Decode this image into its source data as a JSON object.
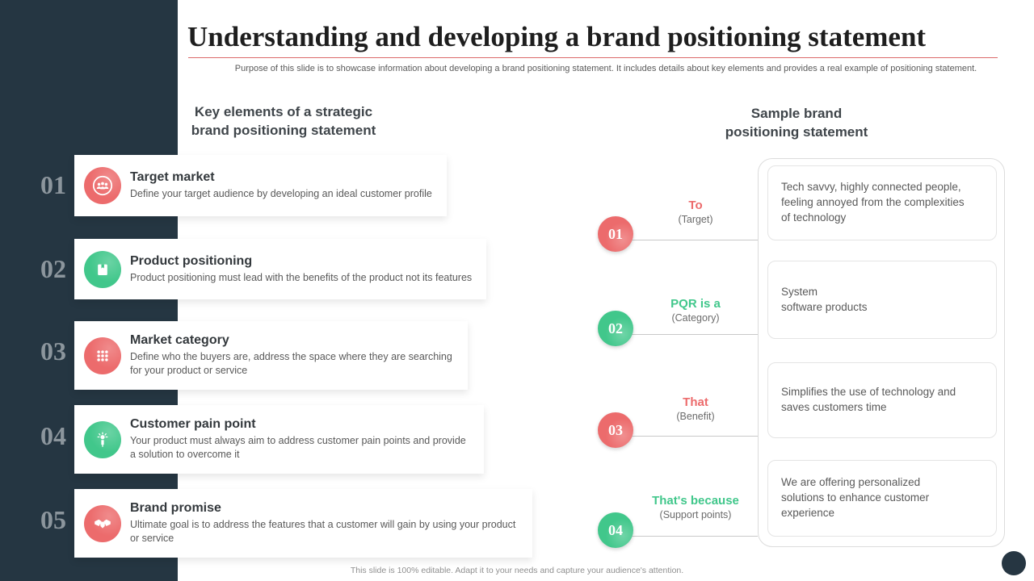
{
  "slide": {
    "title": "Understanding and developing a brand positioning statement",
    "subtitle": "Purpose of this slide is to showcase information about developing a brand positioning statement. It includes details about key elements and provides a real example of positioning statement.",
    "footer": "This slide is 100% editable.  Adapt it to your needs and capture your audience's attention."
  },
  "colors": {
    "sidebar": "#253642",
    "accent_red": "#EC6B6C",
    "accent_green": "#41C78B",
    "title_underline": "#DC6A6A",
    "sidebar_number": "#8C969D"
  },
  "left_section": {
    "heading": "Key elements of a strategic brand positioning statement",
    "items": [
      {
        "number": "01",
        "icon": "people-icon",
        "color": "#EC6B6C",
        "title": "Target market",
        "description": "Define your target audience by developing an ideal customer profile"
      },
      {
        "number": "02",
        "icon": "product-box-icon",
        "color": "#41C78B",
        "title": "Product positioning",
        "description": "Product positioning must lead with the benefits of the product not its features"
      },
      {
        "number": "03",
        "icon": "grid-dots-icon",
        "color": "#EC6B6C",
        "title": "Market category",
        "description": "Define who the buyers are, address the space where they are searching for your product or service"
      },
      {
        "number": "04",
        "icon": "idea-person-icon",
        "color": "#41C78B",
        "title": "Customer pain point",
        "description": "Your product must always aim to address customer pain points and provide a solution to overcome it"
      },
      {
        "number": "05",
        "icon": "handshake-icon",
        "color": "#EC6B6C",
        "title": "Brand promise",
        "description": "Ultimate goal is to address the features that a customer will gain by using your product or service"
      }
    ]
  },
  "right_section": {
    "heading": "Sample brand positioning statement",
    "steps": [
      {
        "number": "01",
        "color": "#EC6B6C",
        "label": "To",
        "sublabel": "(Target)",
        "statement": "Tech savvy, highly connected people, feeling annoyed from the complexities of technology"
      },
      {
        "number": "02",
        "color": "#41C78B",
        "label": "PQR is a",
        "sublabel": "(Category)",
        "statement": "System\nsoftware products"
      },
      {
        "number": "03",
        "color": "#EC6B6C",
        "label": "That",
        "sublabel": "(Benefit)",
        "statement": "Simplifies the use of technology and saves customers time"
      },
      {
        "number": "04",
        "color": "#41C78B",
        "label": "That's because",
        "sublabel": "(Support points)",
        "statement": "We are offering personalized solutions to enhance customer experience"
      }
    ]
  }
}
